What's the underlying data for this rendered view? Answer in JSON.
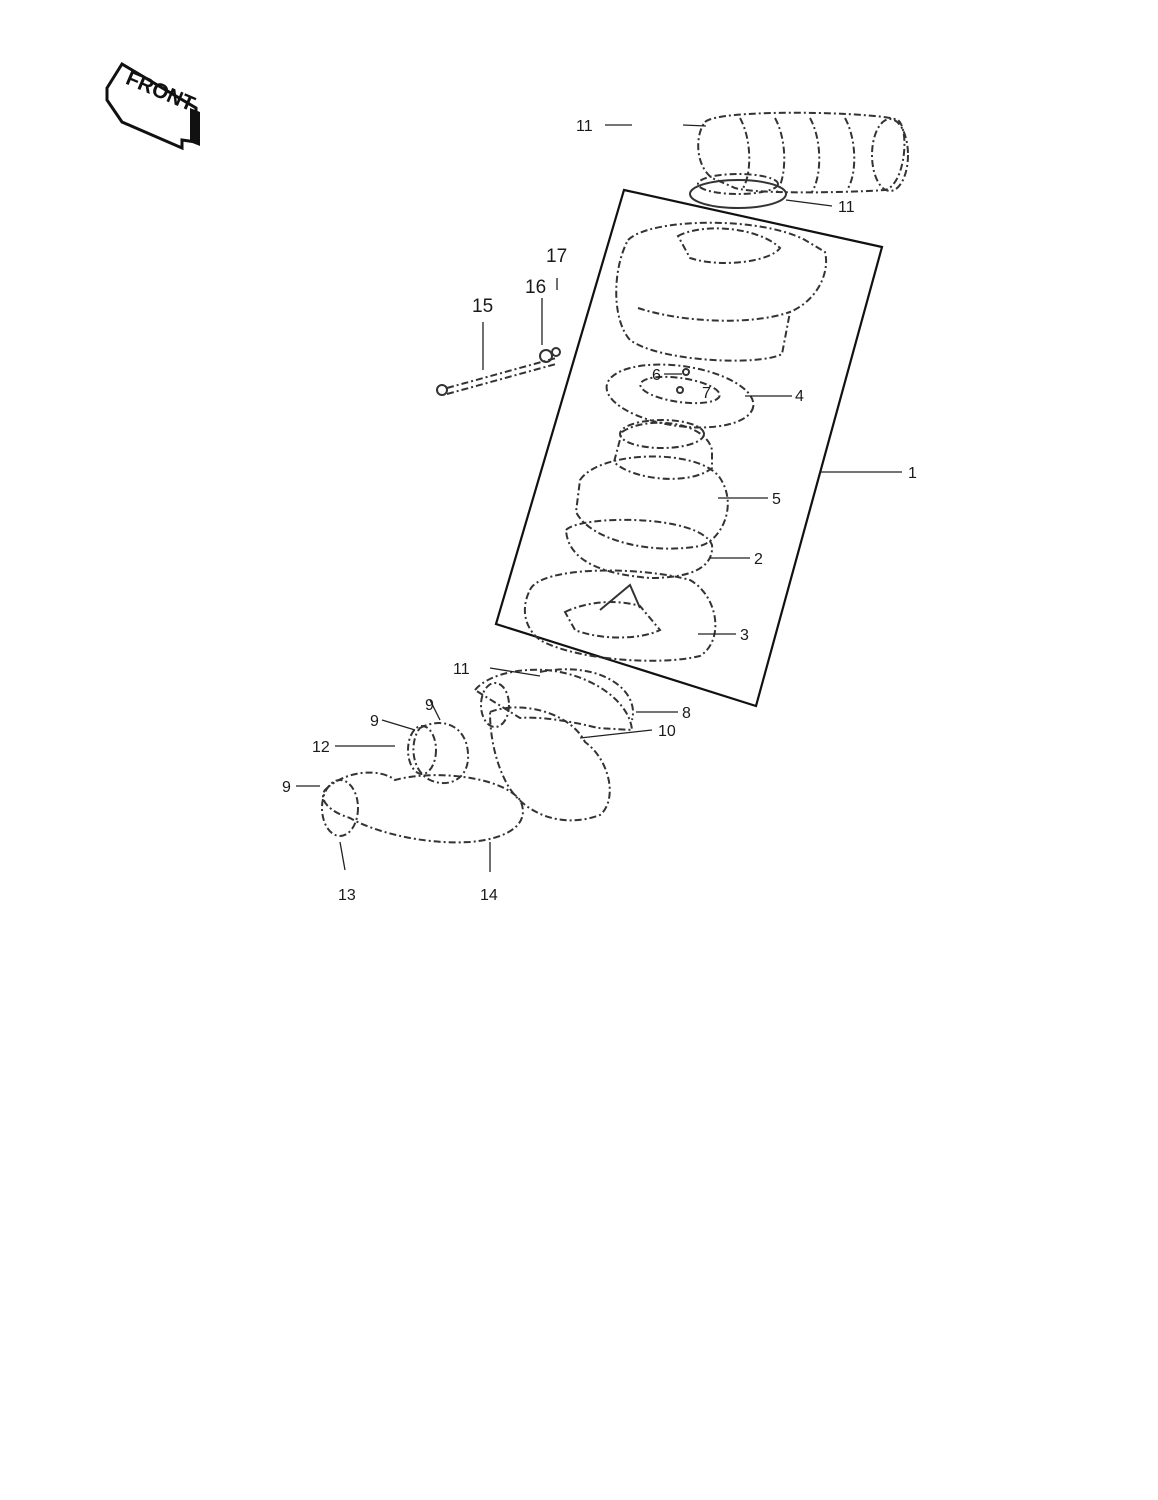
{
  "front_badge": {
    "label": "FRONT"
  },
  "callouts": [
    {
      "id": "c1",
      "text": "1"
    },
    {
      "id": "c2",
      "text": "2"
    },
    {
      "id": "c3",
      "text": "3"
    },
    {
      "id": "c4",
      "text": "4"
    },
    {
      "id": "c5",
      "text": "5"
    },
    {
      "id": "c6",
      "text": "6"
    },
    {
      "id": "c7",
      "text": "7"
    },
    {
      "id": "c8",
      "text": "8"
    },
    {
      "id": "c9a",
      "text": "9"
    },
    {
      "id": "c9b",
      "text": "9"
    },
    {
      "id": "c9c",
      "text": "9"
    },
    {
      "id": "c10",
      "text": "10"
    },
    {
      "id": "c11a",
      "text": "11"
    },
    {
      "id": "c11b",
      "text": "11"
    },
    {
      "id": "c11c",
      "text": "11"
    },
    {
      "id": "c12",
      "text": "12"
    },
    {
      "id": "c13",
      "text": "13"
    },
    {
      "id": "c14",
      "text": "14"
    },
    {
      "id": "c15",
      "text": "15"
    },
    {
      "id": "c16",
      "text": "16"
    },
    {
      "id": "c17",
      "text": "17"
    }
  ]
}
